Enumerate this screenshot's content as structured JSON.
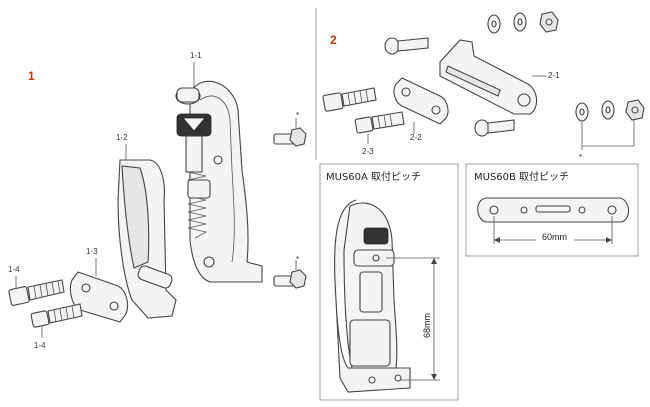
{
  "sections": {
    "s1": "1",
    "s2": "2"
  },
  "labels": {
    "l11": "1-1",
    "l12": "1-2",
    "l13": "1-3",
    "l14a": "1-4",
    "l14b": "1-4",
    "l21": "2-1",
    "l22": "2-2",
    "l23": "2-3",
    "star_top": "*",
    "star_bottom": "*",
    "star_right": "*"
  },
  "boxes": {
    "mus60a_title": "MUS60A 取付ピッチ",
    "mus60a_dim": "68mm",
    "mus60b_title": "MUS60B 取付ピッチ",
    "mus60b_dim": "60mm"
  }
}
